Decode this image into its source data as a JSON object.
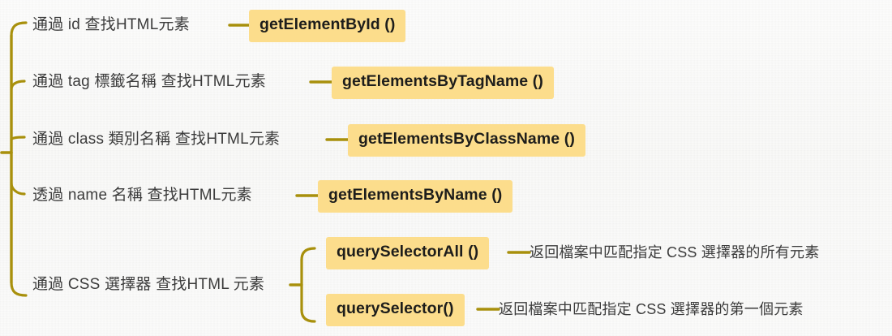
{
  "diagram": {
    "title": "JavaScript DOM element lookup methods mind map",
    "colors": {
      "background": "#f7f7f6",
      "connector": "#a8900c",
      "highlight": "#fcdd8c",
      "text": "#3c3c3c",
      "chip_text": "#1d1d1b"
    },
    "branches": [
      {
        "id": "by-id",
        "label": "通過 id 查找HTML元素",
        "method": "getElementById ()"
      },
      {
        "id": "by-tag",
        "label": "通過 tag 標籤名稱 查找HTML元素",
        "method": "getElementsByTagName ()"
      },
      {
        "id": "by-class",
        "label": "通過 class 類別名稱 查找HTML元素",
        "method": "getElementsByClassName ()"
      },
      {
        "id": "by-name",
        "label": "透過 name 名稱 查找HTML元素",
        "method": "getElementsByName ()"
      },
      {
        "id": "by-css",
        "label": "通過 CSS 選擇器 查找HTML 元素",
        "children": [
          {
            "id": "query-selector-all",
            "method": "querySelectorAll ()",
            "description": "返回檔案中匹配指定 CSS 選擇器的所有元素"
          },
          {
            "id": "query-selector",
            "method": "querySelector()",
            "description": "返回檔案中匹配指定 CSS 選擇器的第一個元素"
          }
        ]
      }
    ]
  }
}
